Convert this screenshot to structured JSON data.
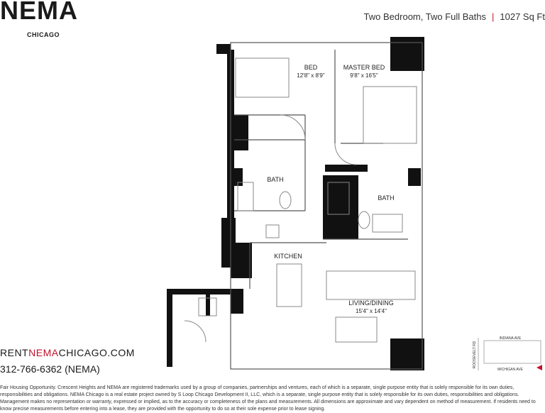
{
  "brand": {
    "logo": "NEMA",
    "city": "CHICAGO"
  },
  "unit": {
    "type": "Two Bedroom, Two Full Baths",
    "separator": "|",
    "size": "1027 Sq Ft"
  },
  "rooms": {
    "bed": {
      "name": "BED",
      "dims": "12'8\" x 8'9\""
    },
    "master": {
      "name": "MASTER BED",
      "dims": "9'8\" x 16'5\""
    },
    "bath1": {
      "name": "BATH"
    },
    "bath2": {
      "name": "BATH"
    },
    "kitchen": {
      "name": "KITCHEN"
    },
    "living": {
      "name": "LIVING/DINING",
      "dims": "15'4\" x 14'4\""
    }
  },
  "contact": {
    "site_prefix": "RENT",
    "site_brand": "NEMA",
    "site_suffix": "CHICAGO.COM",
    "phone": "312-766-6362 (NEMA)"
  },
  "keyplan": {
    "street_top": "INDIANA AVE",
    "street_side": "ROOSEVELT RD",
    "street_bottom": "MICHIGAN AVE"
  },
  "disclaimer": "Fair Housing Opportunity. Crescent Heights and NEMA are registered trademarks used by a group of companies, partnerships and ventures, each of which is a separate, single purpose entity that is solely responsible for its own duties, responsibilities and obligations. NEMA Chicago is a real estate project owned by S Loop Chicago Development II, LLC, which is a separate, single purpose entity that is solely responsible for its own duties, responsibilities and obligations. Management makes no representation or warranty, expressed or implied, as to the accuracy or completeness of the plans and measurements. All dimensions are approximate and vary dependent on method of measurement. If residents need to know precise measurements before entering into a lease, they are provided with the opportunity to do so at their sole expense prior to lease signing."
}
